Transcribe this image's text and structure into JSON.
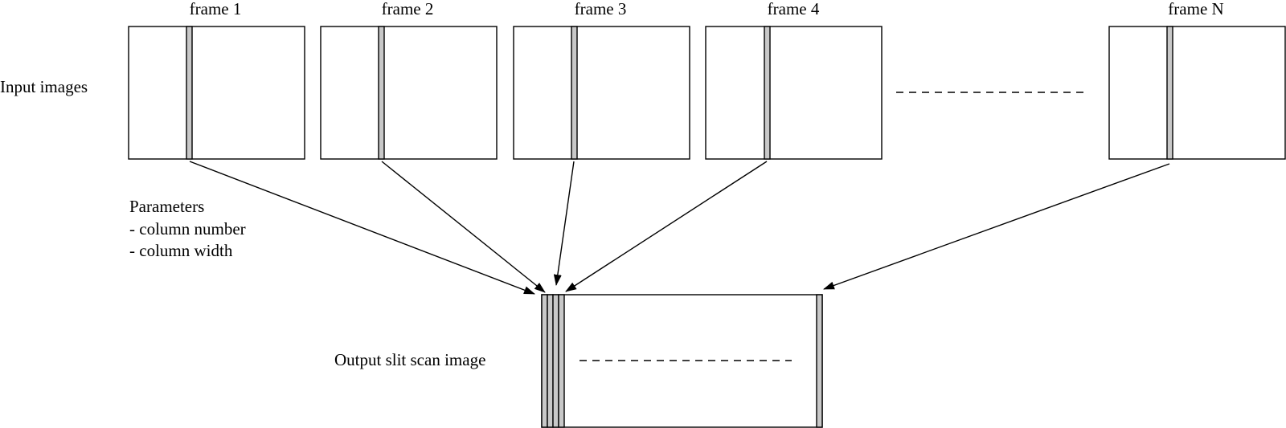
{
  "labels": {
    "input_images": "Input images",
    "output_image": "Output slit scan image",
    "parameters_title": "Parameters",
    "parameter_1": "- column number",
    "parameter_2": "- column width"
  },
  "frames": [
    {
      "label": "frame 1"
    },
    {
      "label": "frame 2"
    },
    {
      "label": "frame 3"
    },
    {
      "label": "frame 4"
    },
    {
      "label": "frame N"
    }
  ],
  "colors": {
    "stroke": "#000000",
    "slit_fill": "#c8c8c8",
    "background": "#ffffff"
  }
}
